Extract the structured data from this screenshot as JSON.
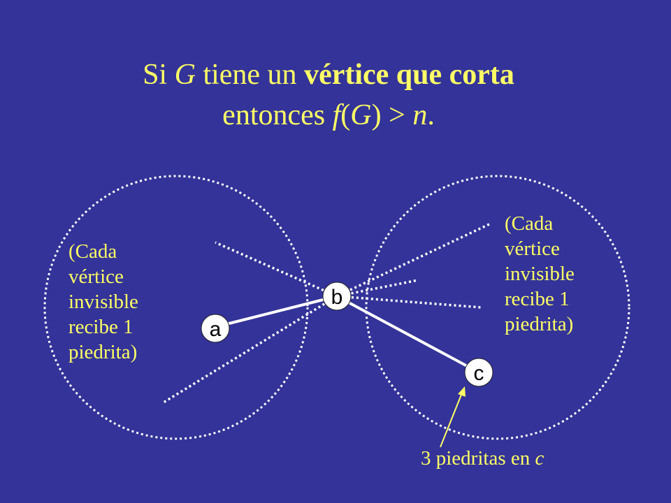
{
  "title": {
    "line1": {
      "prefix": "Si ",
      "var_g": "G",
      "middle": " tiene un ",
      "bold": "vértice que corta"
    },
    "line2": {
      "prefix": "entonces ",
      "func": "f",
      "open": "(",
      "var_g": "G",
      "close": ") > ",
      "var_n": "n",
      "suffix": "."
    }
  },
  "left_note": "(Cada\nvértice\ninvisible\nrecibe 1\npiedrita)",
  "right_note": "(Cada\nvértice\ninvisible\nrecibe 1\npiedrita)",
  "nodes": {
    "a": "a",
    "b": "b",
    "c": "c"
  },
  "caption": {
    "text": "3 piedritas en ",
    "var_c": "c"
  },
  "colors": {
    "background": "#333399",
    "text": "#ffff66",
    "lines": "#ffffff",
    "node_fill": "#ffffff"
  }
}
